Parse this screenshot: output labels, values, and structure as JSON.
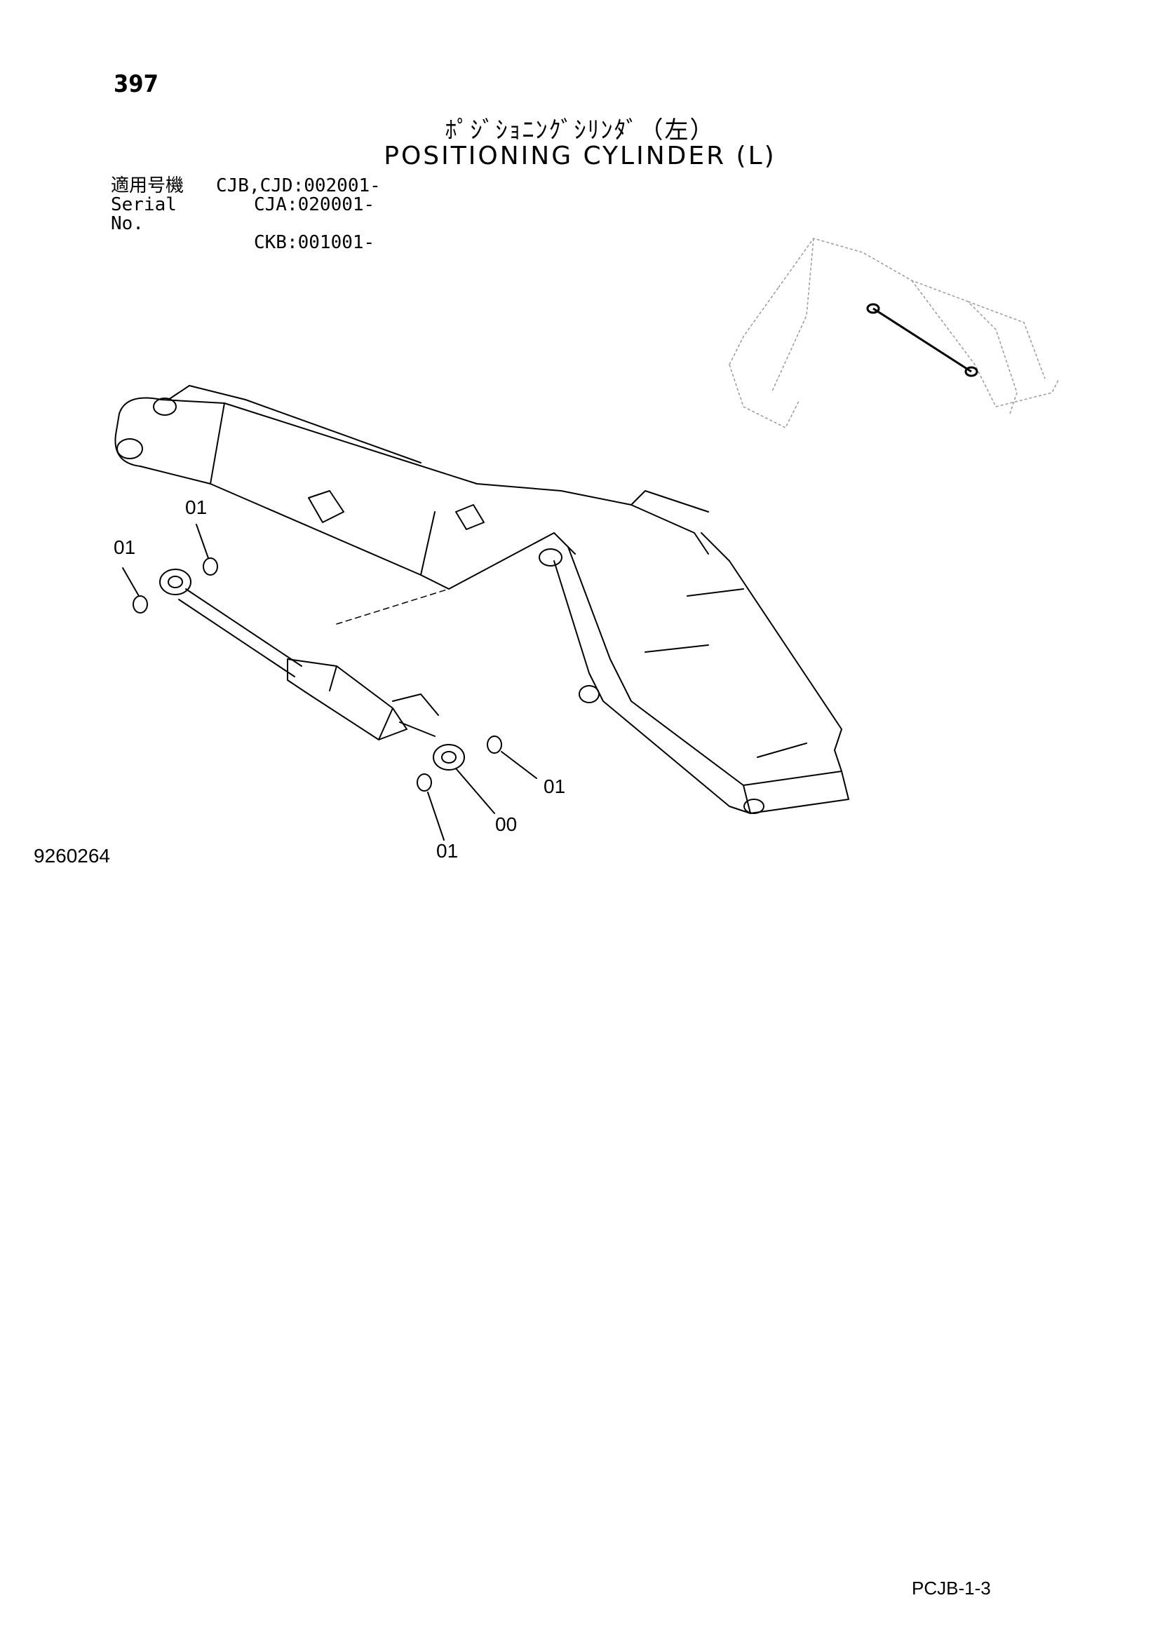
{
  "page_number": "397",
  "title_jp": "ﾎﾟｼﾞｼｮﾆﾝｸﾞｼﾘﾝﾀﾞ（左）",
  "title_en": "POSITIONING CYLINDER (L)",
  "serial": {
    "label_jp": "適用号機",
    "label_en": "Serial No.",
    "lines": [
      "CJB,CJD:002001-",
      "CJA:020001-",
      "CKB:001001-"
    ]
  },
  "callouts": {
    "top_a": "01",
    "top_b": "01",
    "right": "01",
    "bottom_left": "01",
    "main": "00"
  },
  "drawing_number": "9260264",
  "page_code": "PCJB-1-3",
  "colors": {
    "ink": "#000000",
    "paper": "#ffffff",
    "ghost": "#9a9a9a"
  }
}
